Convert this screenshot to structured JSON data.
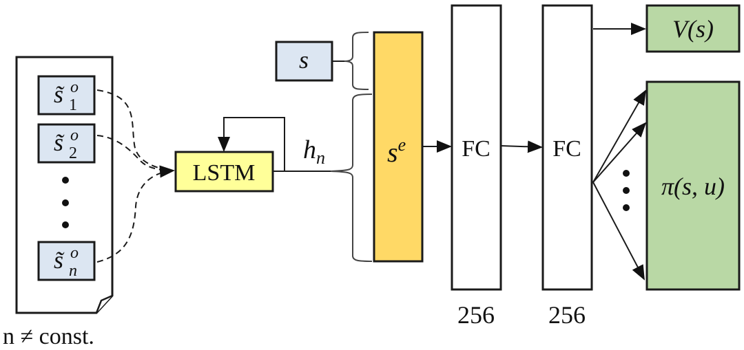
{
  "colors": {
    "obs_box": "#dce6f2",
    "lstm_box": "#ffff99",
    "embedding_box": "#ffd966",
    "fc_box": "#ffffff",
    "output_box": "#b9d8a5",
    "stroke": "#1a1a1a"
  },
  "observations": {
    "items": [
      {
        "base": "s̃",
        "sup": "o",
        "sub": "1"
      },
      {
        "base": "s̃",
        "sup": "o",
        "sub": "2"
      },
      {
        "base": "s̃",
        "sup": "o",
        "sub": "n"
      }
    ],
    "ellipsis": "⋮",
    "caption": "n ≠ const."
  },
  "lstm": {
    "label": "LSTM",
    "output_label_base": "h",
    "output_label_sub": "n"
  },
  "state": {
    "label": "s"
  },
  "embedding": {
    "label_base": "s",
    "label_sup": "e"
  },
  "fc_layers": [
    {
      "label": "FC",
      "units": "256"
    },
    {
      "label": "FC",
      "units": "256"
    }
  ],
  "outputs": {
    "value": "V(s)",
    "policy": "π(s, u)",
    "policy_ellipsis": "⋮"
  }
}
